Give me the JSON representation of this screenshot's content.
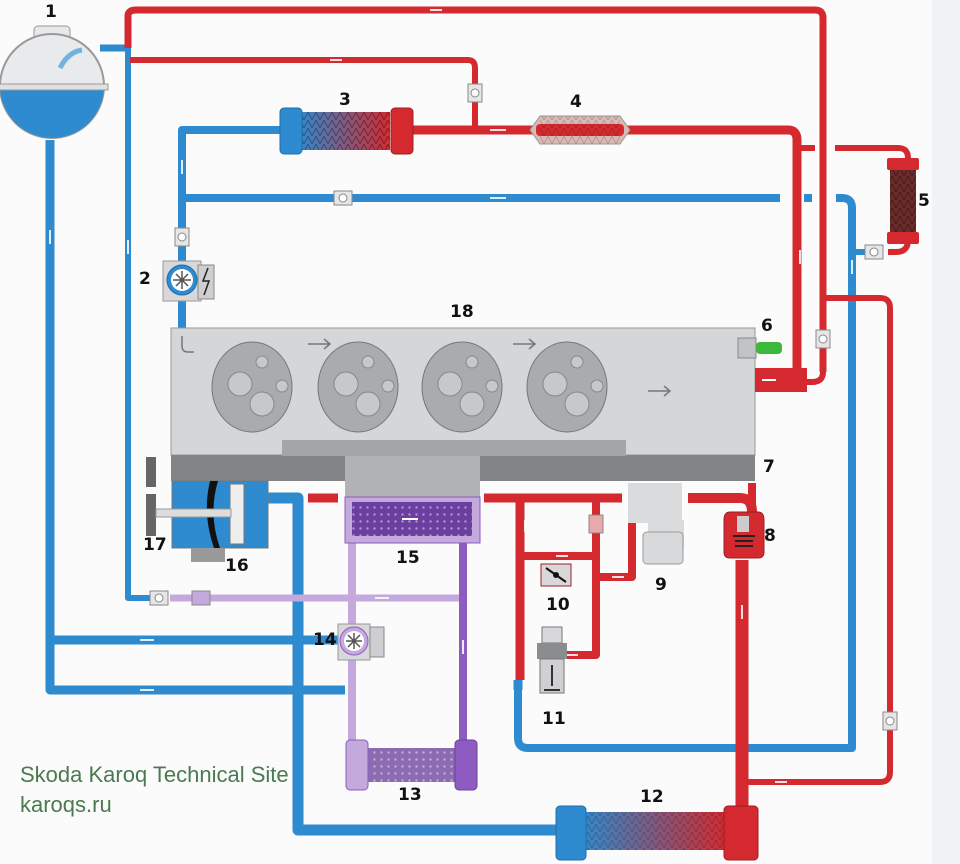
{
  "diagram": {
    "title": "Engine cooling system scheme",
    "colors": {
      "hot": "#d42a2f",
      "cold": "#2e8bd0",
      "low_temp_light": "#c4a9dd",
      "low_temp_dark": "#8e5cc0",
      "engine": "#d5d6d8",
      "engine_dark": "#828588",
      "sensor": "#3db83d",
      "watermark": "#4a7a4f"
    },
    "component_labels": [
      {
        "id": "1",
        "text": "1",
        "meaning": "expansion-tank"
      },
      {
        "id": "2",
        "text": "2",
        "meaning": "coolant-pump-electric"
      },
      {
        "id": "3",
        "text": "3",
        "meaning": "heater-core"
      },
      {
        "id": "4",
        "text": "4",
        "meaning": "egr-cooler"
      },
      {
        "id": "5",
        "text": "5",
        "meaning": "oil-cooler"
      },
      {
        "id": "6",
        "text": "6",
        "meaning": "temperature-sensor"
      },
      {
        "id": "7",
        "text": "7",
        "meaning": "cylinder-block"
      },
      {
        "id": "8",
        "text": "8",
        "meaning": "thermostat"
      },
      {
        "id": "9",
        "text": "9",
        "meaning": "oil-filter-housing"
      },
      {
        "id": "10",
        "text": "10",
        "meaning": "throttle-valve"
      },
      {
        "id": "11",
        "text": "11",
        "meaning": "coolant-valve"
      },
      {
        "id": "12",
        "text": "12",
        "meaning": "main-radiator"
      },
      {
        "id": "13",
        "text": "13",
        "meaning": "charge-air-radiator"
      },
      {
        "id": "14",
        "text": "14",
        "meaning": "charge-air-pump"
      },
      {
        "id": "15",
        "text": "15",
        "meaning": "charge-air-cooler"
      },
      {
        "id": "16",
        "text": "16",
        "meaning": "coolant-pump-actuator"
      },
      {
        "id": "17",
        "text": "17",
        "meaning": "mechanical-coolant-pump"
      },
      {
        "id": "18",
        "text": "18",
        "meaning": "cylinder-head"
      }
    ],
    "watermark": {
      "line1": "Skoda Karoq Technical Site",
      "line2": "karoqs.ru"
    }
  }
}
